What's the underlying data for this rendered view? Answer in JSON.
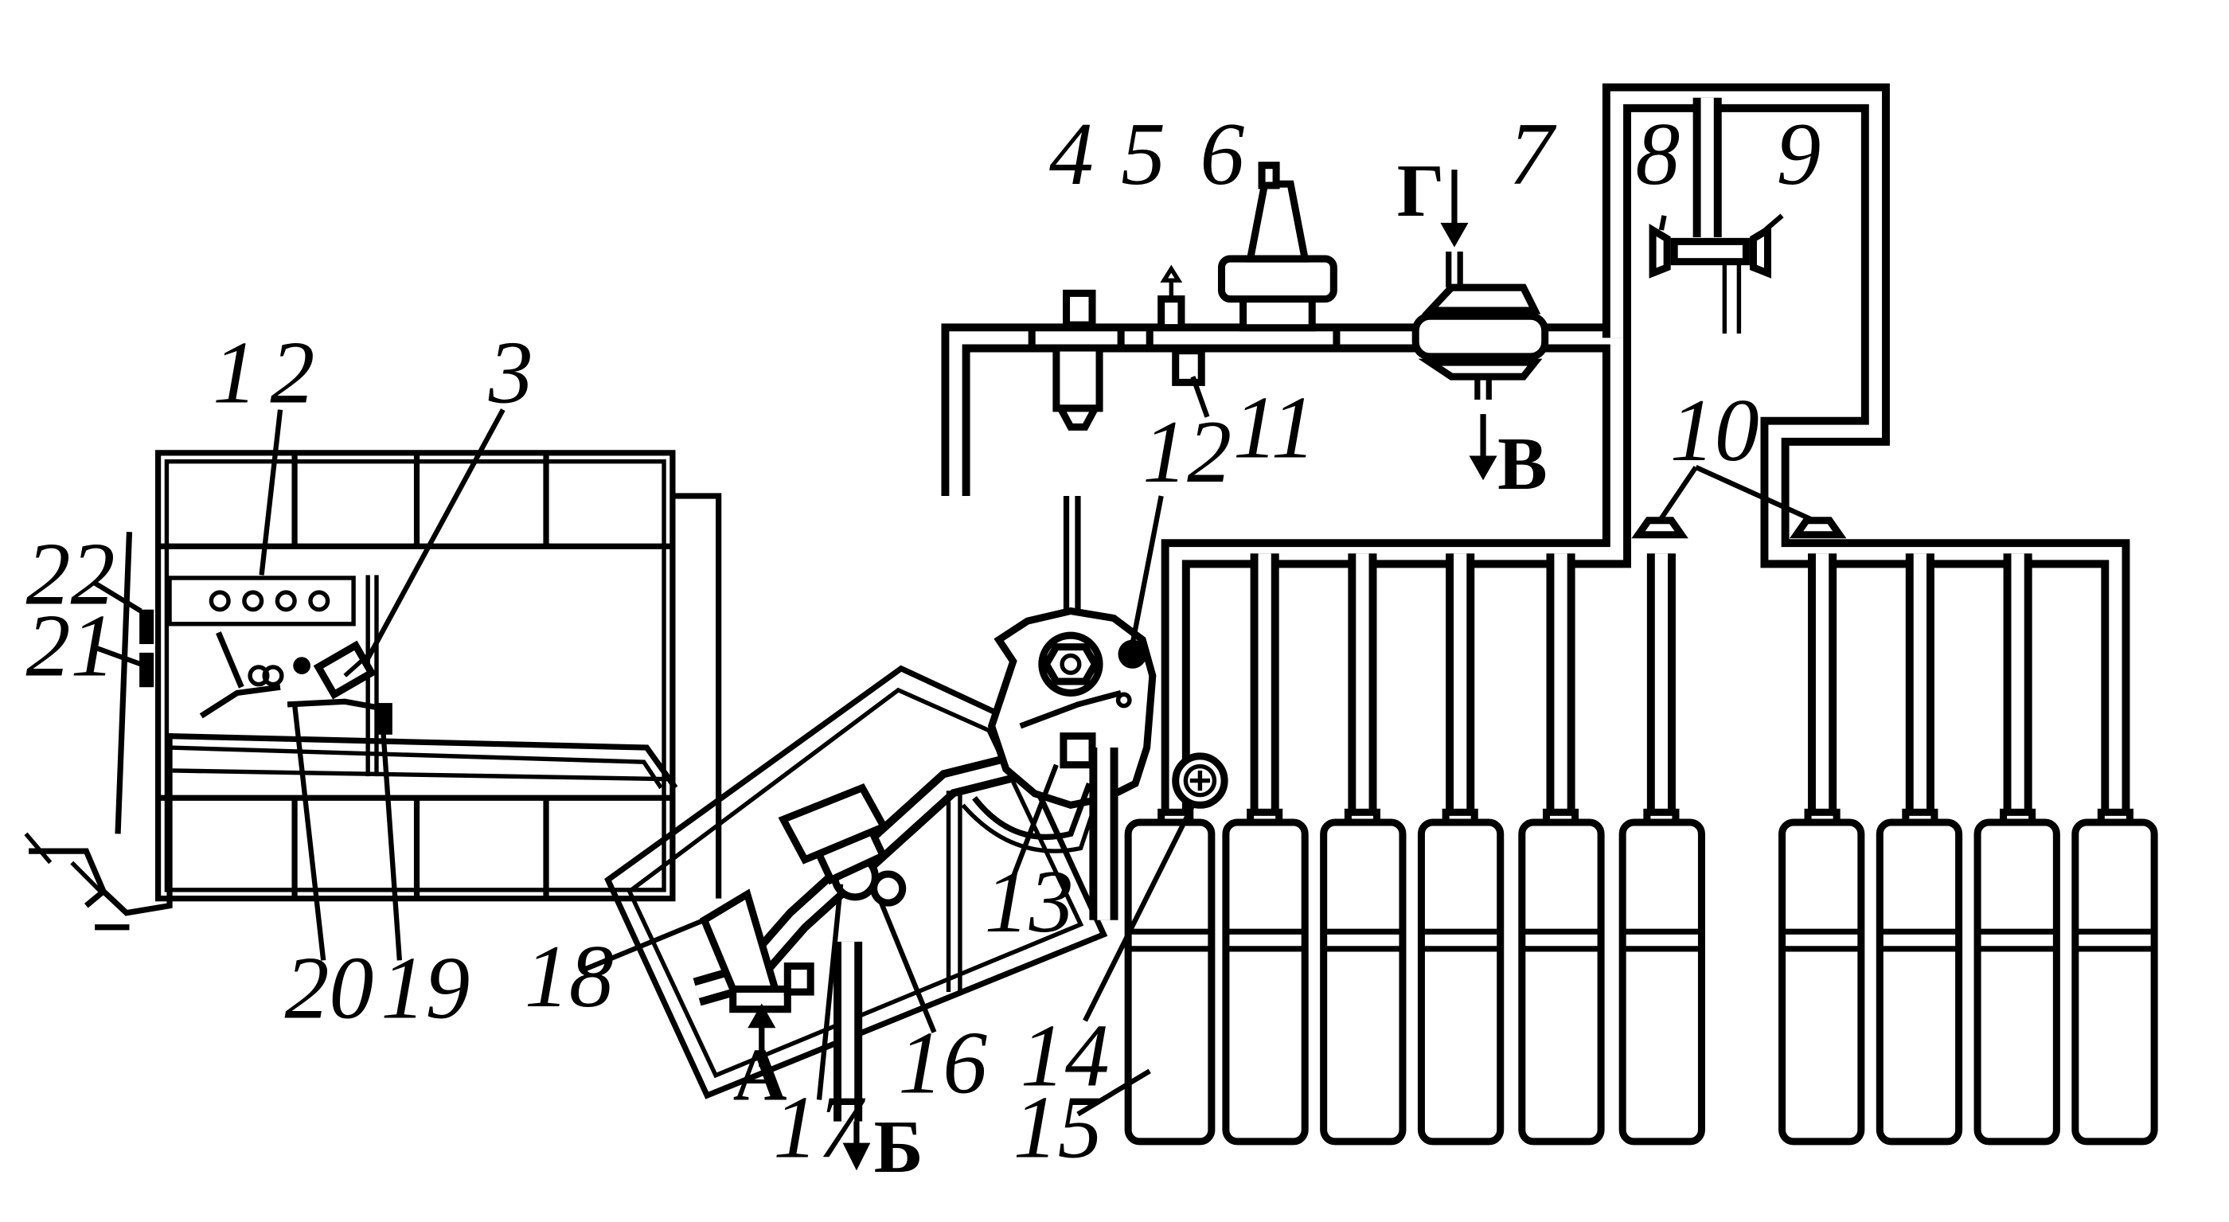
{
  "labels": {
    "n1": "1",
    "n2": "2",
    "n3": "3",
    "n4": "4",
    "n5": "5",
    "n6": "6",
    "n7": "7",
    "n8": "8",
    "n9": "9",
    "n10": "10",
    "n11": "11",
    "n12": "12",
    "n13": "13",
    "n14": "14",
    "n15": "15",
    "n16": "16",
    "n17": "17",
    "n18": "18",
    "n19": "19",
    "n20": "20",
    "n21": "21",
    "n22": "22"
  },
  "flows": {
    "a": "А",
    "b": "Б",
    "v": "В",
    "g": "Г"
  },
  "cylinders": {
    "left_bank_count": 6,
    "right_bank_count": 4
  }
}
